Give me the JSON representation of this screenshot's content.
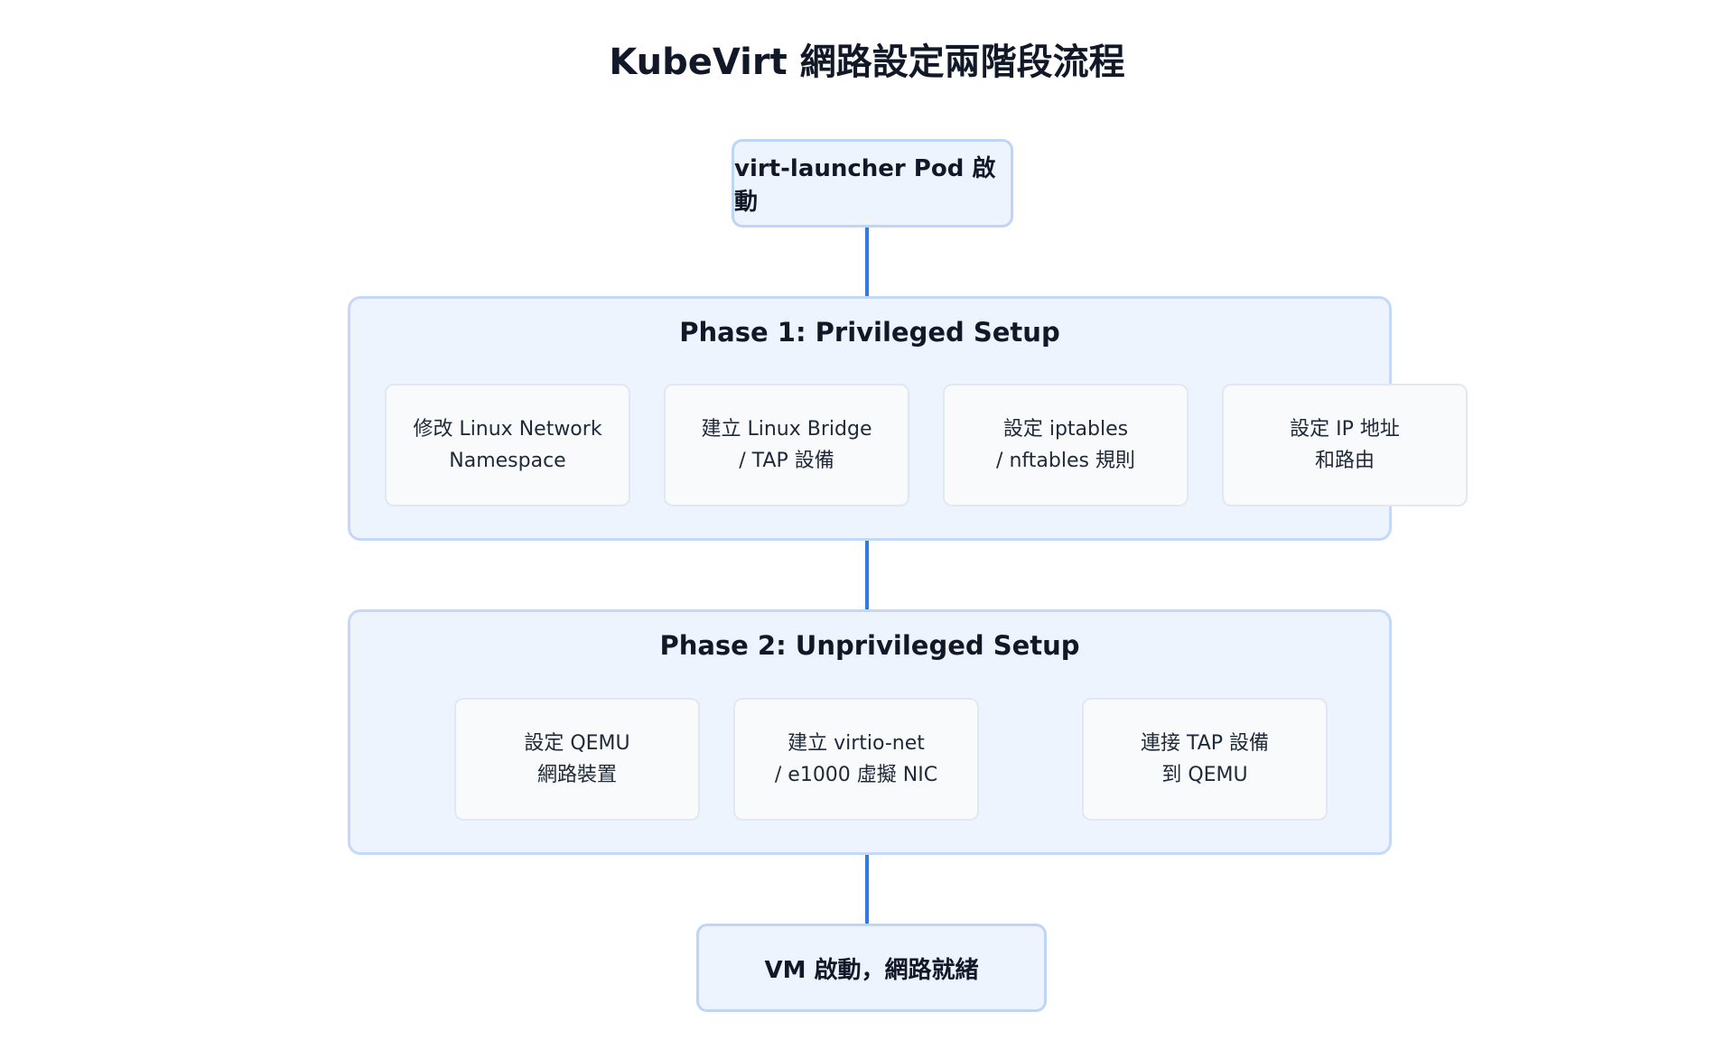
{
  "title": "KubeVirt 網路設定兩階段流程",
  "start_node": {
    "label": "virt-launcher Pod 啟動"
  },
  "phase1": {
    "title": "Phase 1: Privileged Setup",
    "steps": [
      {
        "line1": "修改 Linux Network",
        "line2": "Namespace"
      },
      {
        "line1": "建立 Linux Bridge",
        "line2": "/ TAP 設備"
      },
      {
        "line1": "設定 iptables",
        "line2": "/ nftables 規則"
      },
      {
        "line1": "設定 IP 地址",
        "line2": "和路由"
      }
    ]
  },
  "phase2": {
    "title": "Phase 2: Unprivileged Setup",
    "steps": [
      {
        "line1": "設定 QEMU",
        "line2": "網路裝置"
      },
      {
        "line1": "建立 virtio-net",
        "line2": "/ e1000 虛擬 NIC"
      },
      {
        "line1": "連接 TAP 設備",
        "line2": "到 QEMU"
      }
    ]
  },
  "end_node": {
    "label": "VM 啟動，網路就緒"
  },
  "colors": {
    "connector": "#2f7ae5",
    "phase_fill": "#eef4fe",
    "phase_border": "#c4d8fa",
    "step_fill": "#f8fafc",
    "step_border": "#e2e8f0"
  }
}
